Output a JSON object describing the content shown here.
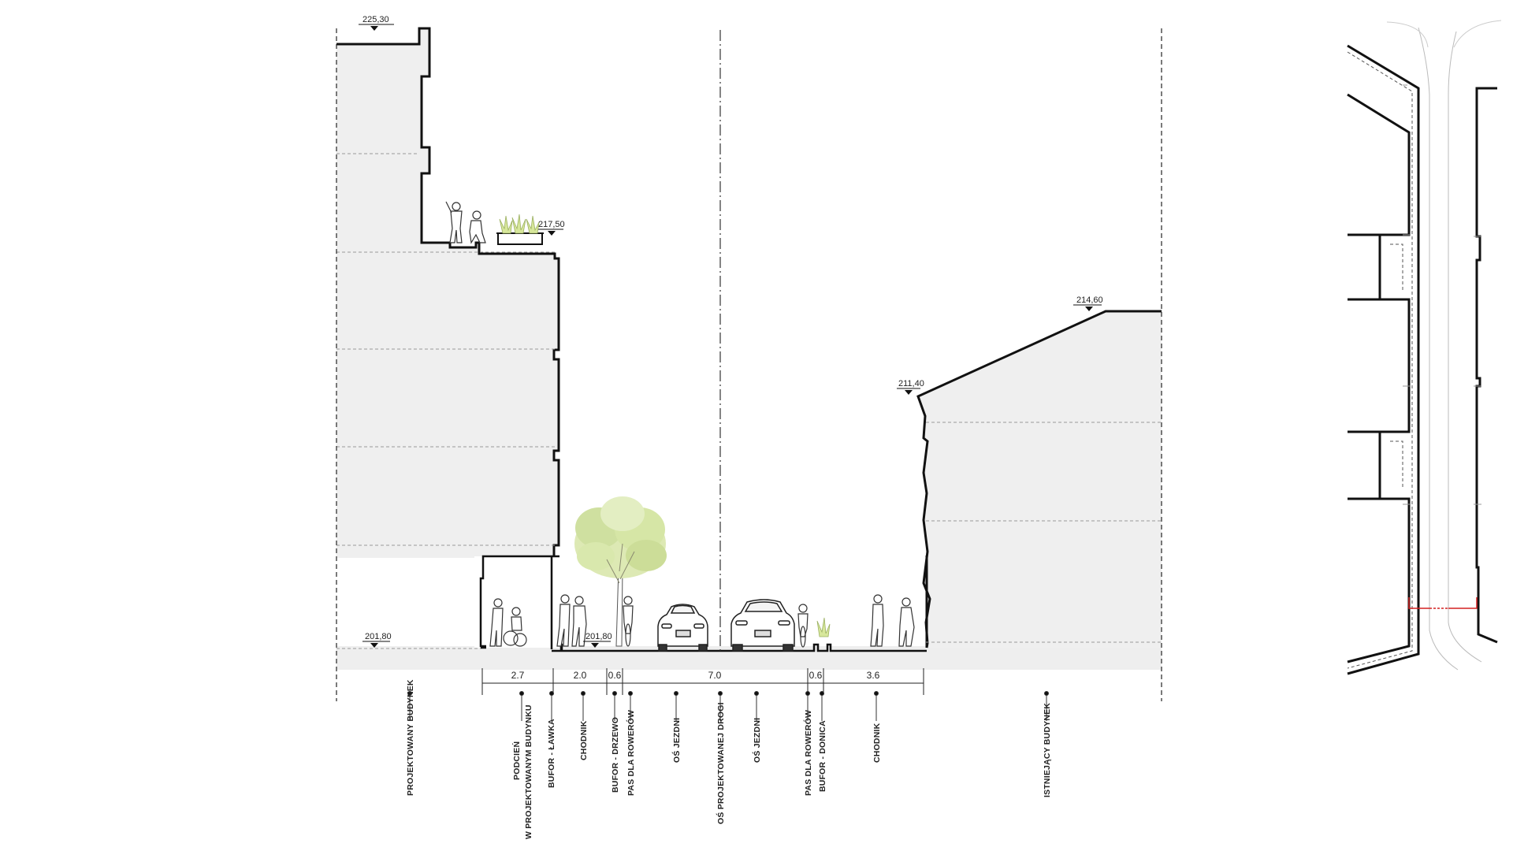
{
  "elevations": {
    "top_left": "225,30",
    "terrace": "217,50",
    "right_ridge": "214,60",
    "right_eave": "211,40",
    "ground_left": "201,80",
    "ground_center": "201,80"
  },
  "dimensions": [
    "2.7",
    "2.0",
    "0.6",
    "7.0",
    "0.6",
    "3.6"
  ],
  "labels": {
    "projektowany": "PROJEKTOWANY BUDYNEK",
    "podcien_1": "PODCIEŃ",
    "podcien_2": "W PROJEKTOWANYM BUDYNKU",
    "bufor_lawka": "BUFOR - ŁAWKA",
    "chodnik_left": "CHODNIK",
    "bufor_drzewo": "BUFOR - DRZEWO",
    "pas_rowerow_left": "PAS DLA ROWERÓW",
    "os_jezdni_left": "OŚ JEZDNI",
    "os_drogi": "OŚ PROJEKTOWANEJ DROGI",
    "os_jezdni_right": "OŚ JEZDNI",
    "pas_rowerow_right": "PAS DLA ROWERÓW",
    "bufor_donica": "BUFOR - DONICA",
    "chodnik_right": "CHODNIK",
    "istniejacy": "ISTNIEJĄCY BUDYNEK"
  },
  "colors": {
    "line": "#111111",
    "building_fill": "#efefef",
    "ground_fill": "#eeeeee",
    "tree": "#d6e6a6",
    "accent_red": "#d42020"
  }
}
